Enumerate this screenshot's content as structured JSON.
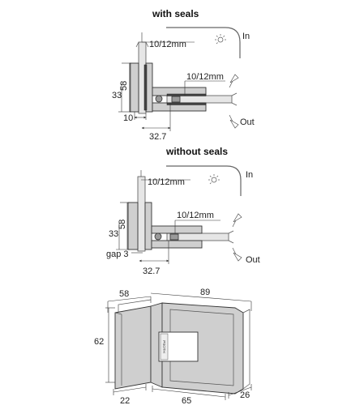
{
  "sections": {
    "with_seals": {
      "title": "with seals",
      "glass_top": "10/12mm",
      "glass_side": "10/12mm",
      "dim_58": "58",
      "dim_33": "33",
      "dim_10": "10",
      "dim_32_7": "32.7",
      "in_label": "In",
      "out_label": "Out"
    },
    "without_seals": {
      "title": "without seals",
      "glass_top": "10/12mm",
      "glass_side": "10/12mm",
      "dim_58": "58",
      "dim_33": "33",
      "dim_gap": "gap 3",
      "dim_32_7": "32.7",
      "in_label": "In",
      "out_label": "Out"
    },
    "isometric": {
      "dim_58": "58",
      "dim_89": "89",
      "dim_62": "62",
      "dim_22": "22",
      "dim_65": "65",
      "dim_26": "26",
      "brand": "PSOTH"
    }
  }
}
